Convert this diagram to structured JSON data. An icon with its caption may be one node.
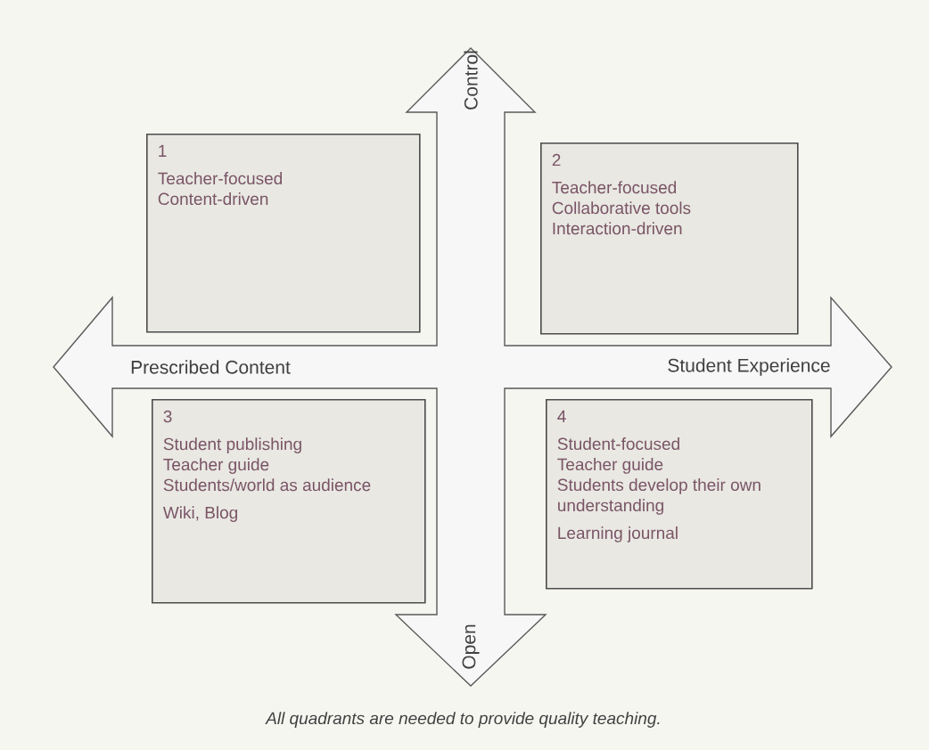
{
  "diagram": {
    "caption": "All quadrants are needed to provide quality teaching.",
    "nodes": [
      {
        "text": [
          "1",
          "Teacher-focused",
          "Content-driven"
        ]
      },
      {
        "text": [
          "2",
          "Teacher-focused",
          "Collaborative tools",
          "Interaction-driven"
        ]
      },
      {
        "text": [
          "3",
          "Student publishing",
          "Teacher guide",
          "Students/world as audience",
          "Wiki, Blog"
        ]
      },
      {
        "text": [
          "4",
          "Student-focused",
          "Teacher guide",
          "Students develop their own understanding",
          "Learning journal"
        ]
      }
    ],
    "labels": [
      "Control",
      "Prescribed Content",
      "Student Experience",
      "Open"
    ]
  }
}
